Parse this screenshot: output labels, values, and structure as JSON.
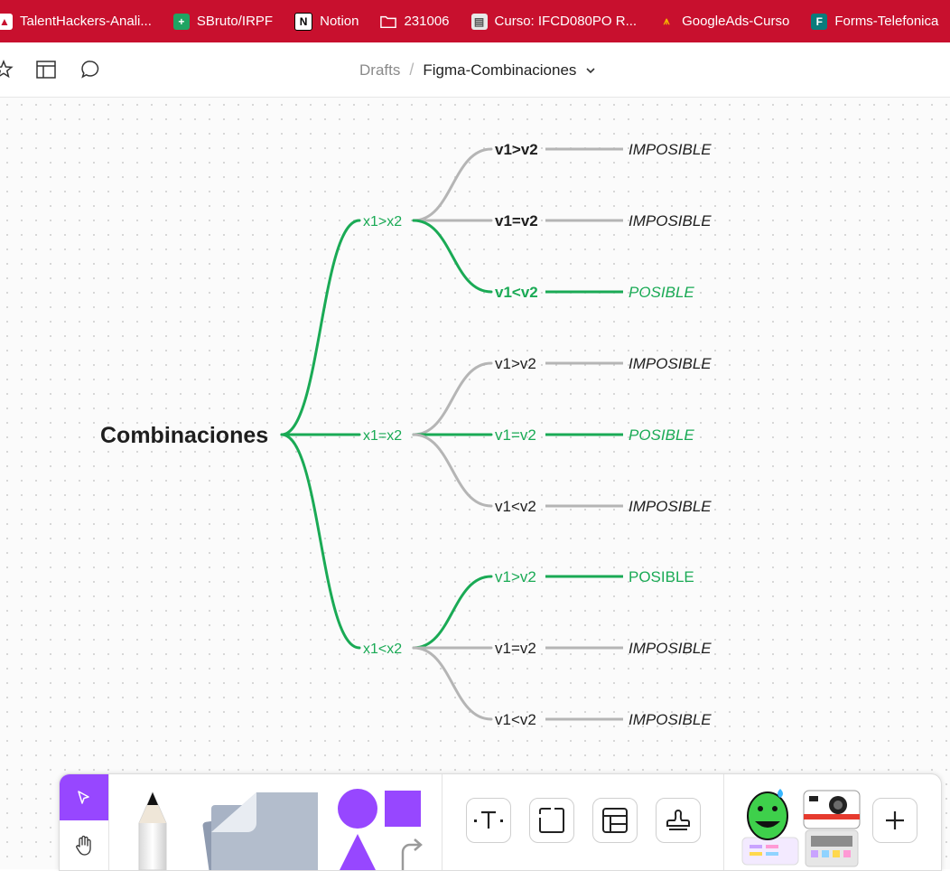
{
  "bookmarks": [
    {
      "label": "TalentHackers-Anali...",
      "icon": "talenthackers-icon"
    },
    {
      "label": "SBruto/IRPF",
      "icon": "google-sheets-icon"
    },
    {
      "label": "Notion",
      "icon": "notion-icon"
    },
    {
      "label": "231006",
      "icon": "folder-icon"
    },
    {
      "label": "Curso: IFCD080PO R...",
      "icon": "course-icon"
    },
    {
      "label": "GoogleAds-Curso",
      "icon": "googleads-icon"
    },
    {
      "label": "Forms-Telefonica",
      "icon": "forms-icon"
    }
  ],
  "header": {
    "breadcrumb_root": "Drafts",
    "breadcrumb_separator": "/",
    "file_name": "Figma-Combinaciones",
    "icons": [
      "actions-icon",
      "layout-icon",
      "comment-icon",
      "chevron-down-icon"
    ]
  },
  "mindmap": {
    "root": "Combinaciones",
    "branches": [
      {
        "label": "x1>x2",
        "children": [
          {
            "label": "v1>v2",
            "result": "IMPOSIBLE",
            "possible": false
          },
          {
            "label": "v1=v2",
            "result": "IMPOSIBLE",
            "possible": false
          },
          {
            "label": "v1<v2",
            "result": "POSIBLE",
            "possible": true
          }
        ]
      },
      {
        "label": "x1=x2",
        "children": [
          {
            "label": "v1>v2",
            "result": "IMPOSIBLE",
            "possible": false
          },
          {
            "label": "v1=v2",
            "result": "POSIBLE",
            "possible": true
          },
          {
            "label": "v1<v2",
            "result": "IMPOSIBLE",
            "possible": false
          }
        ]
      },
      {
        "label": "x1<x2",
        "children": [
          {
            "label": "v1>v2",
            "result": "POSIBLE",
            "possible": true
          },
          {
            "label": "v1=v2",
            "result": "IMPOSIBLE",
            "possible": false
          },
          {
            "label": "v1<v2",
            "result": "IMPOSIBLE",
            "possible": false
          }
        ]
      }
    ]
  },
  "dock": {
    "tools": [
      "move-tool",
      "hand-tool",
      "pencil-tool",
      "sticky-note-tool",
      "shapes-tool",
      "connector-tool"
    ],
    "buttons": [
      "text-tool",
      "section-tool",
      "table-tool",
      "stamp-tool"
    ],
    "extras": [
      "stickers",
      "jambot",
      "add-more"
    ]
  },
  "colors": {
    "bookmarks_bg": "#c8102e",
    "accent": "#9747ff",
    "green": "#1aaa55",
    "gray_line": "#b5b5b5",
    "text": "#1e1e1e"
  }
}
